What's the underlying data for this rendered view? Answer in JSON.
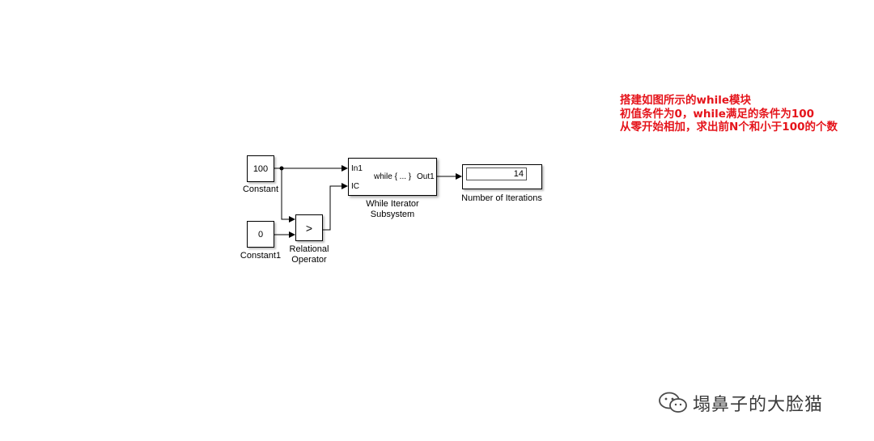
{
  "blocks": {
    "constant": {
      "value": "100",
      "label": "Constant"
    },
    "constant1": {
      "value": "0",
      "label": "Constant1"
    },
    "relational_operator": {
      "symbol": ">",
      "label_line1": "Relational",
      "label_line2": "Operator"
    },
    "while_iterator": {
      "port_in1": "In1",
      "port_ic": "IC",
      "body_text": "while { ... }",
      "port_out1": "Out1",
      "label_line1": "While Iterator",
      "label_line2": "Subsystem"
    },
    "display": {
      "value": "14",
      "label": "Number of Iterations"
    }
  },
  "annotation": {
    "line1": "搭建如图所示的while模块",
    "line2": "初值条件为0，while满足的条件为100",
    "line3": "从零开始相加，求出前N个和小于100的个数",
    "color": "#e5141b"
  },
  "watermark": {
    "text": "塌鼻子的大脸猫",
    "icon": "wechat-icon"
  }
}
